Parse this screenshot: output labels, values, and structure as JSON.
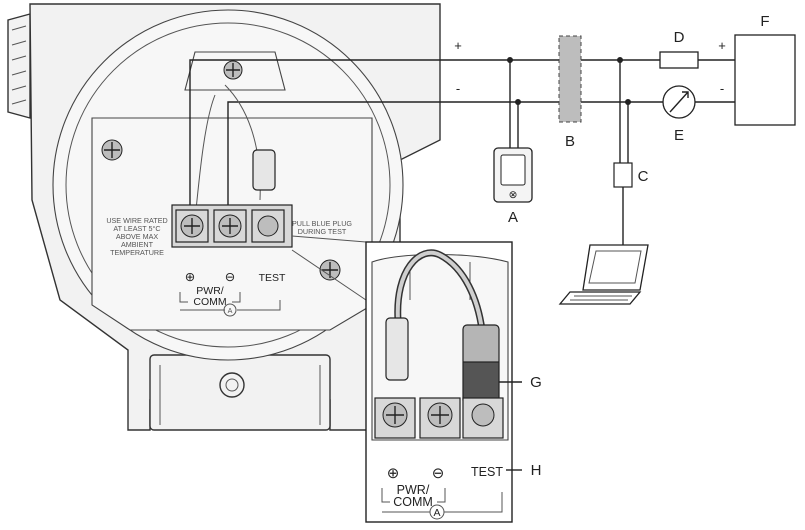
{
  "callouts": {
    "A": "A",
    "B": "B",
    "C": "C",
    "D": "D",
    "E": "E",
    "F": "F",
    "G": "G",
    "H": "H"
  },
  "wiring": {
    "plus_left": "+",
    "minus_left": "-",
    "plus_right": "+",
    "minus_right": "-"
  },
  "terminal_block": {
    "plus_symbol": "⊕",
    "minus_symbol": "⊖",
    "pwr_comm_line1": "PWR/",
    "pwr_comm_line2": "COMM",
    "test_label": "TEST",
    "a_mark": "A",
    "warning_lines": [
      "USE WIRE RATED",
      "AT LEAST 5°C",
      "ABOVE MAX",
      "AMBIENT",
      "TEMPERATURE"
    ],
    "plug_note_lines": [
      "PULL BLUE PLUG",
      "DURING TEST"
    ]
  },
  "inset": {
    "plus_symbol": "⊕",
    "minus_symbol": "⊖",
    "pwr_comm_line1": "PWR/",
    "pwr_comm_line2": "COMM",
    "test_label": "TEST",
    "a_mark": "A"
  },
  "device_a": {
    "keypad_mark": "⊗"
  }
}
